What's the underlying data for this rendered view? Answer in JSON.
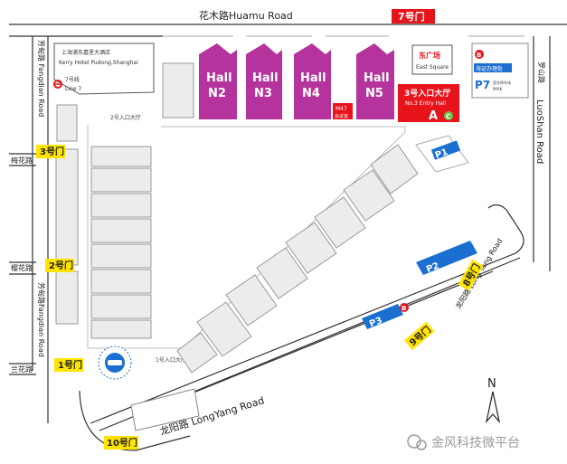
{
  "roads": {
    "huamu": "花木路Huamu Road",
    "longyang": "龙阳路 LongYang Road",
    "longyang_diag": "龙阳路 Long Yang Road",
    "luoshan": "罗山路",
    "luoshan_en": "LuoShan Road",
    "fangdian_top": "芳甸路 Fangdian Road",
    "fangdian_bottom": "芳甸路Fangdian Road",
    "meihua": "梅花路",
    "yinghua": "樱花路",
    "lanhua": "兰花路"
  },
  "gates": {
    "g7": "7号门",
    "g3": "3号门",
    "g2": "2号门",
    "g1": "1号门",
    "g10": "10号门",
    "g8": "8号门",
    "g9": "9号门"
  },
  "halls": [
    {
      "line1": "Hall",
      "line2": "N2"
    },
    {
      "line1": "Hall",
      "line2": "N3"
    },
    {
      "line1": "Hall",
      "line2": "N4"
    },
    {
      "line1": "Hall",
      "line2": "N5"
    }
  ],
  "entry_hall": {
    "cn": "3号入口大厅",
    "en": "No.3 Entry Hall",
    "letter": "A",
    "circle": "C"
  },
  "meeting": {
    "code": "M47",
    "label": "会议室"
  },
  "east_square": {
    "cn": "东广场",
    "en": "East Square"
  },
  "hotel": {
    "cn": "上海浦东嘉里大酒店",
    "en": "Kerry Hotel Pudong,Shanghai"
  },
  "metro": {
    "cn": "7号线",
    "en": "Line 7"
  },
  "parking": {
    "p7": "P7",
    "p7_office": "海证办理处",
    "p7_cn": "室东停车场",
    "p7_en": "PARK",
    "p1": "P1",
    "p2": "P2",
    "p3": "P3"
  },
  "entries": {
    "n2_entry": "2号入口大厅",
    "n1_entry": "1号入口大厅"
  },
  "bus_marker": "B",
  "compass": "N",
  "watermark": "金风科技微平台",
  "colors": {
    "hall": "#b5339c",
    "entry": "#e8141c",
    "gate": "#ffe400",
    "parking": "#1a6fd1",
    "green": "#6cc24a"
  }
}
